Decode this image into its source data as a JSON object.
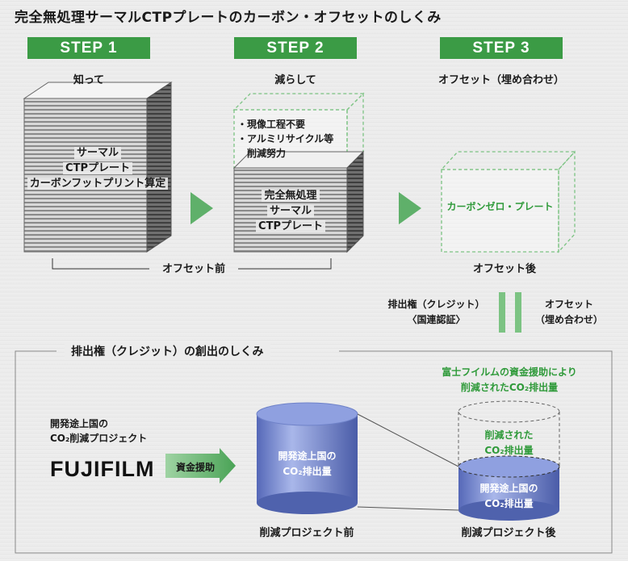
{
  "title": "完全無処理サーマルCTPプレートのカーボン・オフセットのしくみ",
  "steps": [
    {
      "label": "STEP 1",
      "sub": "知って"
    },
    {
      "label": "STEP 2",
      "sub": "減らして"
    },
    {
      "label": "STEP 3",
      "sub": "オフセット（埋め合わせ）"
    }
  ],
  "step1_stack": [
    "サーマル",
    "CTPプレート",
    "カーボンフットプリント算定"
  ],
  "step2_top": [
    "・現像工程不要",
    "・アルミリサイクル等",
    "　削減努力"
  ],
  "step2_stack": [
    "完全無処理",
    "サーマル",
    "CTPプレート"
  ],
  "step3_cube": "カーボンゼロ・プレート",
  "before_offset": "オフセット前",
  "after_offset": "オフセット後",
  "credit_left": [
    "排出権（クレジット）",
    "〈国連認証〉"
  ],
  "credit_right": [
    "オフセット",
    "（埋め合わせ）"
  ],
  "section_title": "排出権（クレジット）の創出のしくみ",
  "project_label": [
    "開発途上国の",
    "CO₂削減プロジェクト"
  ],
  "brand": "FUJIFILM",
  "aid_label": "資金援助",
  "cyl_before": [
    "開発途上国の",
    "CO₂排出量"
  ],
  "cyl_after_top": [
    "削減された",
    "CO₂排出量"
  ],
  "cyl_after_bottom": [
    "開発途上国の",
    "CO₂排出量"
  ],
  "fuji_note": [
    "富士フイルムの資金援助により",
    "削減されたCO₂排出量"
  ],
  "before_project": "削減プロジェクト前",
  "after_project": "削減プロジェクト後",
  "colors": {
    "step_green": "#3b9b45",
    "text_green": "#2f9a3a",
    "cylinder_blue": "#7a8fd0",
    "arrow_green": "#5fb06a"
  }
}
